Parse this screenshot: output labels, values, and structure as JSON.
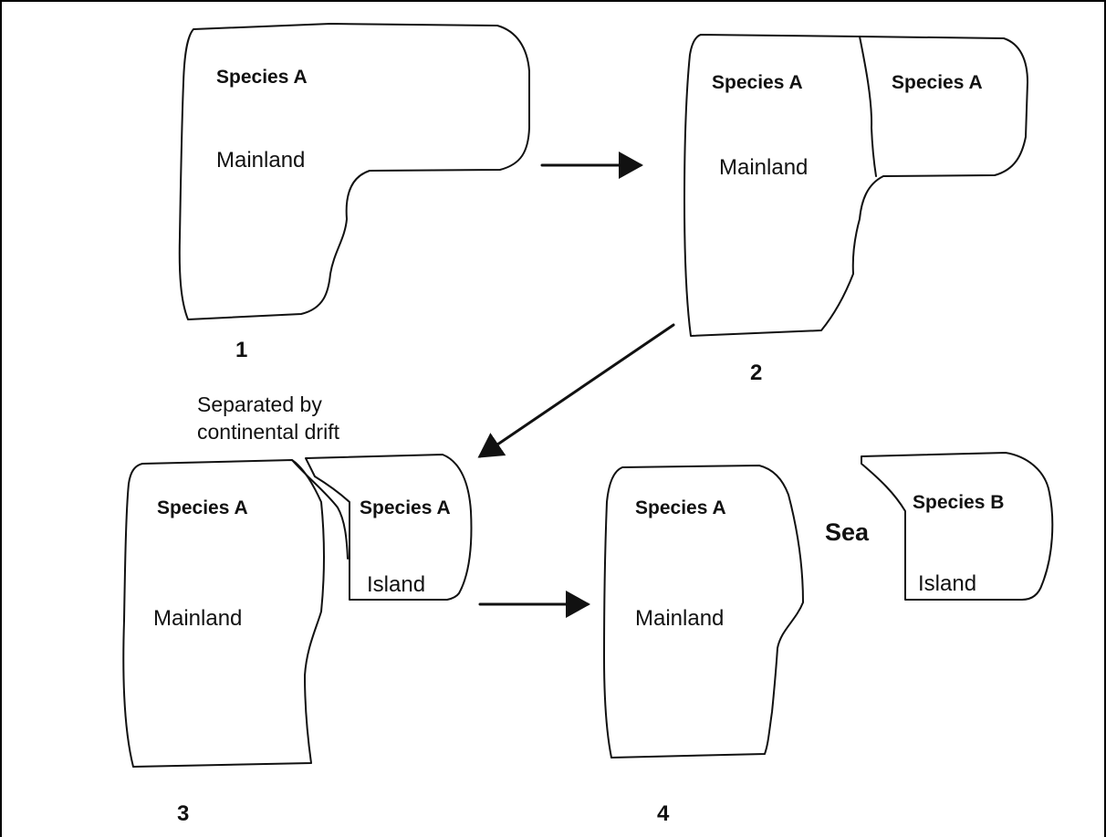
{
  "panels": {
    "p1": {
      "number": "1",
      "species": "Species A",
      "region": "Mainland"
    },
    "p2": {
      "number": "2",
      "species_left": "Species A",
      "species_right": "Species A",
      "region": "Mainland"
    },
    "p3": {
      "number": "3",
      "species_mainland": "Species A",
      "species_island": "Species A",
      "mainland": "Mainland",
      "island": "Island"
    },
    "p4": {
      "number": "4",
      "species_mainland": "Species A",
      "species_island": "Species  B",
      "mainland": "Mainland",
      "island": "Island",
      "sea": "Sea"
    }
  },
  "caption": "Separated by continental drift"
}
